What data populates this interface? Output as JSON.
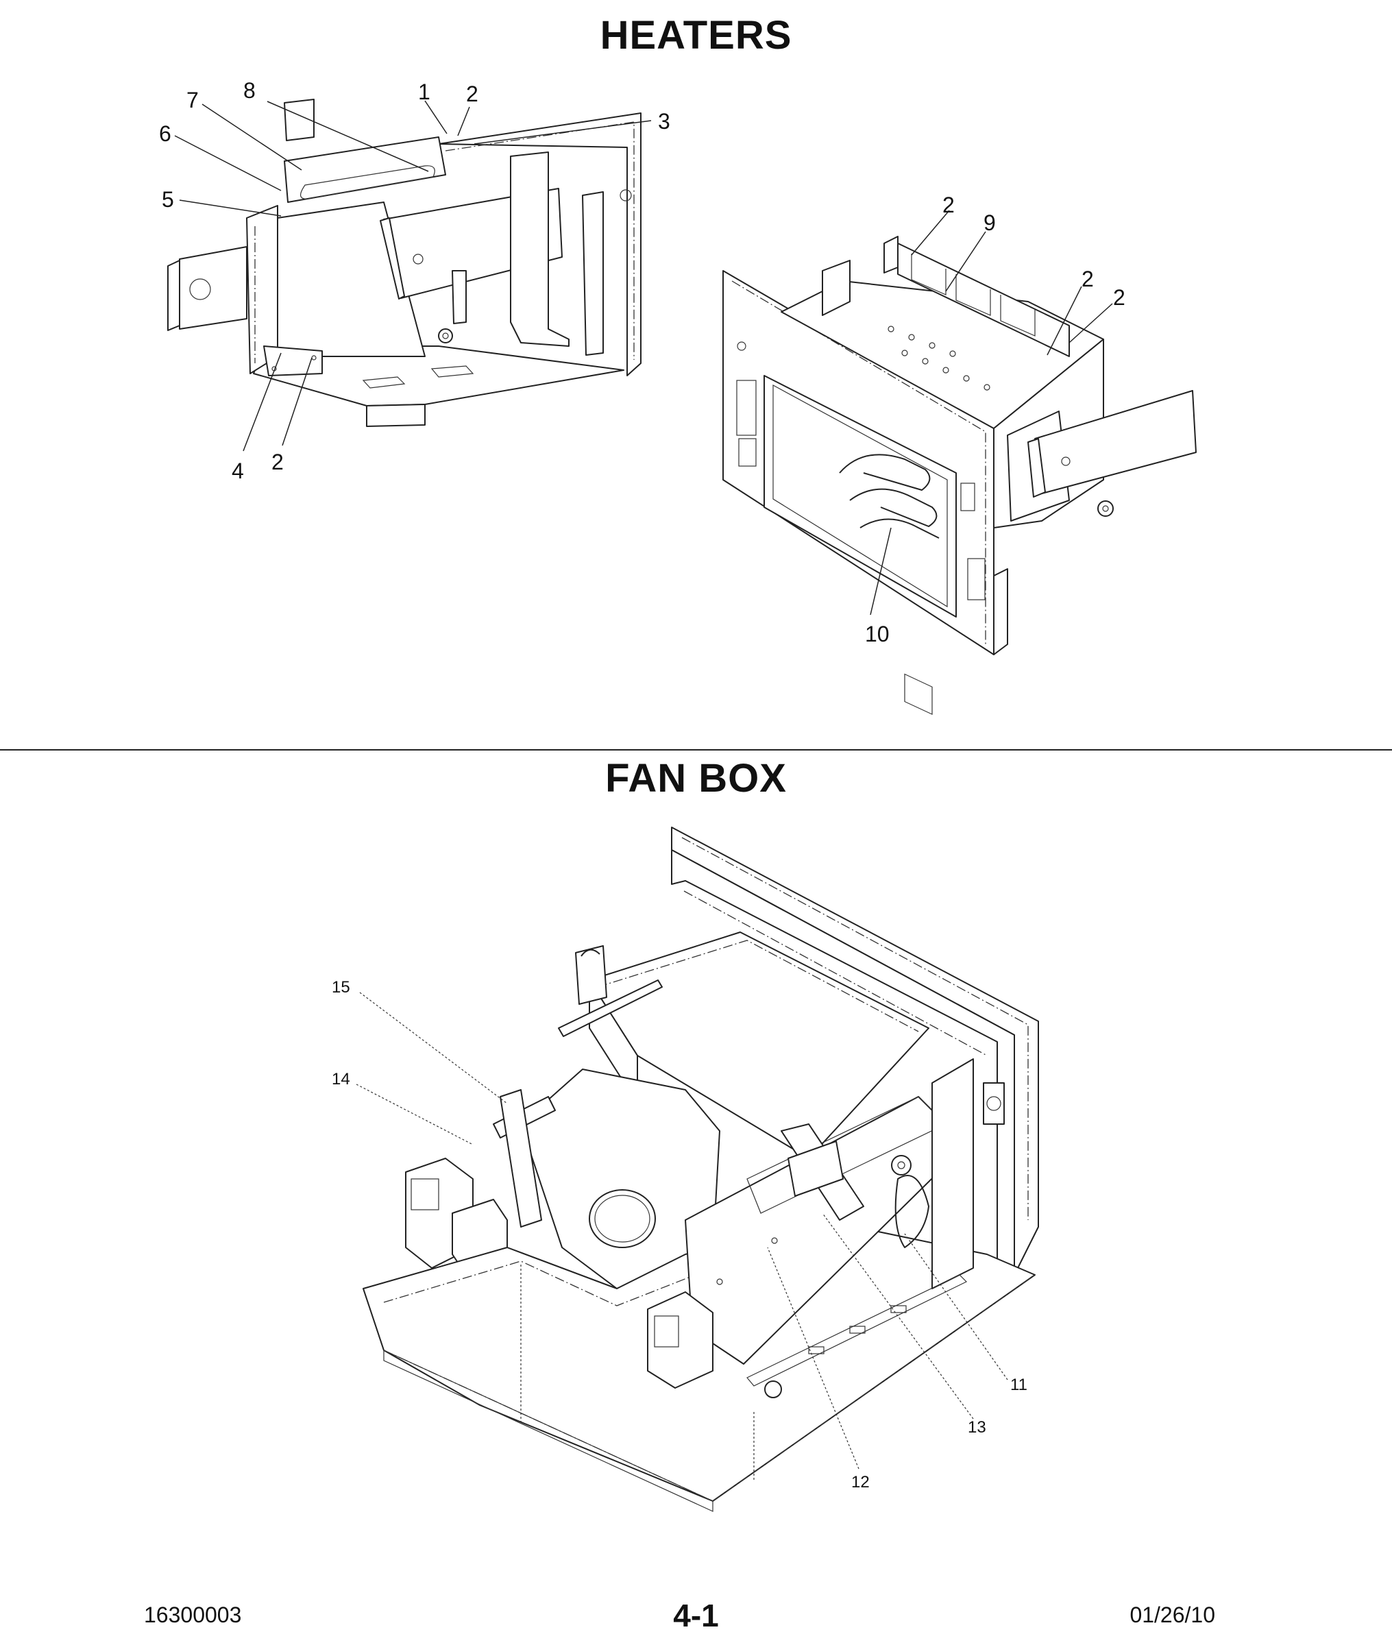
{
  "sections": {
    "heaters_title": "HEATERS",
    "fanbox_title": "FAN BOX"
  },
  "heaters_callouts": {
    "c1": "1",
    "c2a": "2",
    "c3": "3",
    "c4": "4",
    "c2b": "2",
    "c5": "5",
    "c6": "6",
    "c7": "7",
    "c8": "8",
    "c2c": "2",
    "c9": "9",
    "c2d": "2",
    "c2e": "2",
    "c10": "10"
  },
  "fanbox_callouts": {
    "c11": "11",
    "c12": "12",
    "c13": "13",
    "c14": "14",
    "c15": "15"
  },
  "footer": {
    "part_number": "16300003",
    "page": "4-1",
    "date": "01/26/10"
  }
}
